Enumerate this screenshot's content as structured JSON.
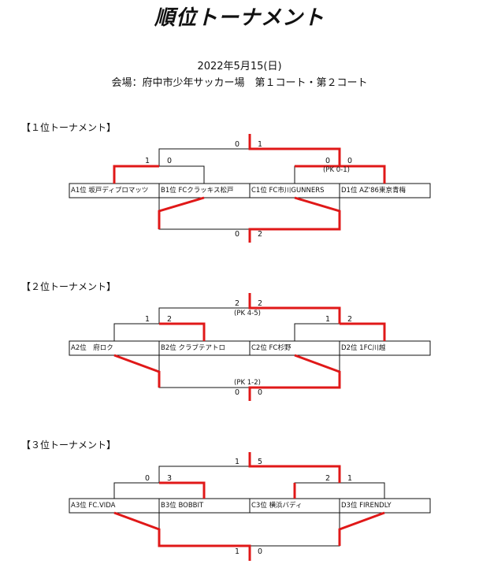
{
  "page": {
    "title": "順位トーナメント",
    "date": "2022年5月15(日)",
    "venue": "会場：府中市少年サッカー場　第１コート・第２コート"
  },
  "colors": {
    "line": "#111111",
    "win": "#e01818"
  },
  "tournaments": [
    {
      "heading": "【１位トーナメント】",
      "teams": [
        "A1位 坂戸ディプロマッツ",
        "B1位 FCクラッキス松戸",
        "C1位 FC市川GUNNERS",
        "D1位 AZ'86東京青梅"
      ],
      "semi1": {
        "left": "1",
        "right": "0"
      },
      "semi2": {
        "left": "0",
        "right": "0",
        "pk": "(PK 0-1)"
      },
      "final": {
        "left": "0",
        "right": "1"
      },
      "third": {
        "left": "0",
        "right": "2"
      }
    },
    {
      "heading": "【２位トーナメント】",
      "teams": [
        "A2位　府ロク",
        "B2位 クラブテアトロ",
        "C2位 FC杉野",
        "D2位 1FC川越"
      ],
      "semi1": {
        "left": "1",
        "right": "2"
      },
      "semi2": {
        "left": "1",
        "right": "2"
      },
      "final": {
        "left": "2",
        "right": "2",
        "pk": "(PK 4-5)"
      },
      "third": {
        "left": "0",
        "right": "0",
        "pk": "(PK 1-2)"
      }
    },
    {
      "heading": "【３位トーナメント】",
      "teams": [
        "A3位 FC.VIDA",
        "B3位 BOBBIT",
        "C3位 横浜バディ",
        "D3位 FIRENDLY"
      ],
      "semi1": {
        "left": "0",
        "right": "3"
      },
      "semi2": {
        "left": "2",
        "right": "1"
      },
      "final": {
        "left": "1",
        "right": "5"
      },
      "third": {
        "left": "1",
        "right": "0"
      }
    }
  ]
}
